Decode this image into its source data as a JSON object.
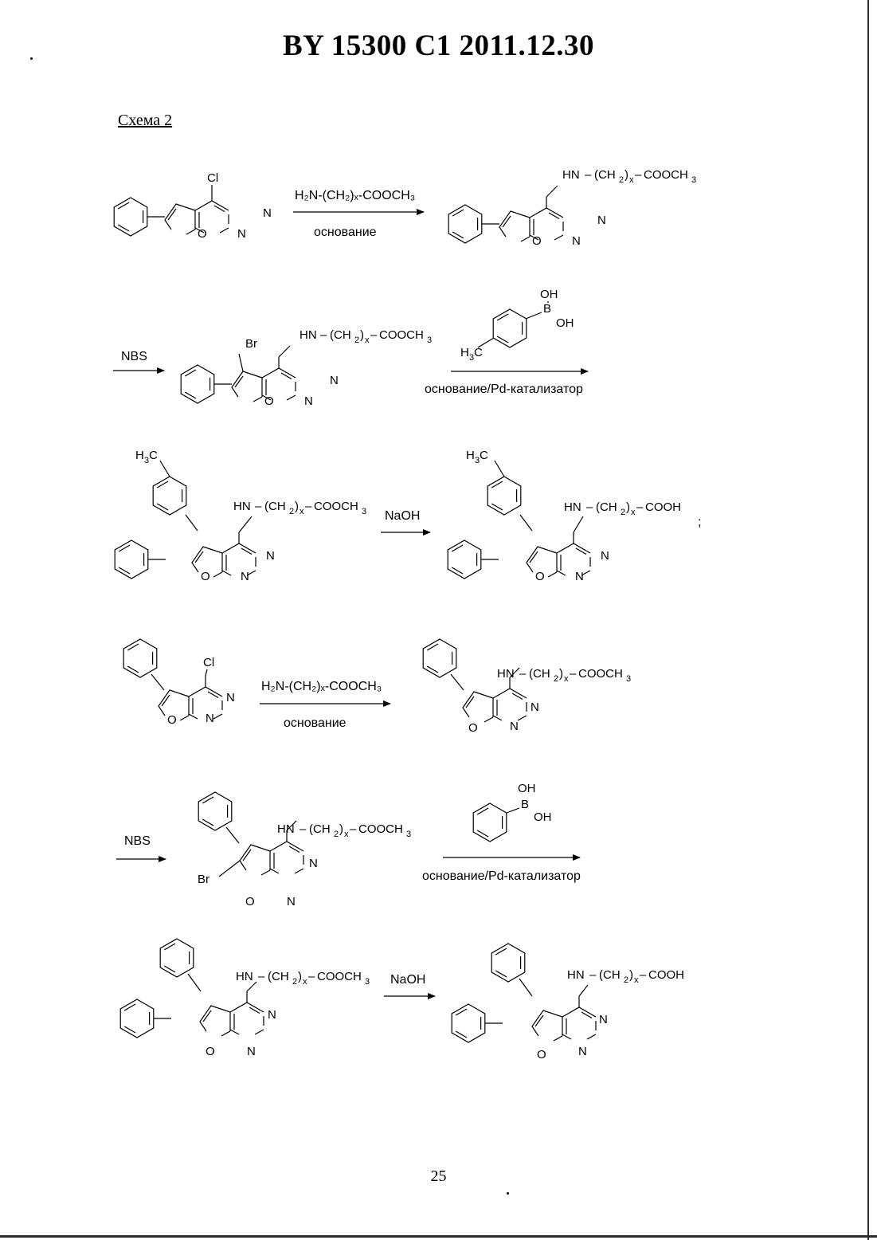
{
  "header": {
    "title": "BY 15300 C1 2011.12.30"
  },
  "scheme_label": "Схема 2",
  "page_number": "25",
  "atoms": {
    "cl": "Cl",
    "n": "N",
    "o": "O",
    "br": "Br",
    "b": "B",
    "oh": "OH",
    "hn": "HN",
    "h": "H",
    "c": "C",
    "sub3": "3",
    "ch2": "(CH",
    "ch2_sub": "2",
    "ch2_x": "x",
    "close": ")",
    "dash": "–",
    "cooch3": "COOCH",
    "cooh": "COOH"
  },
  "reagents": {
    "amine": "H₂N-(CH₂)ₓ-COOCH₃",
    "base": "основание",
    "nbs": "NBS",
    "base_pd": "основание/Pd-катализатор",
    "naoh": "NaOH"
  },
  "semicolon": ";"
}
